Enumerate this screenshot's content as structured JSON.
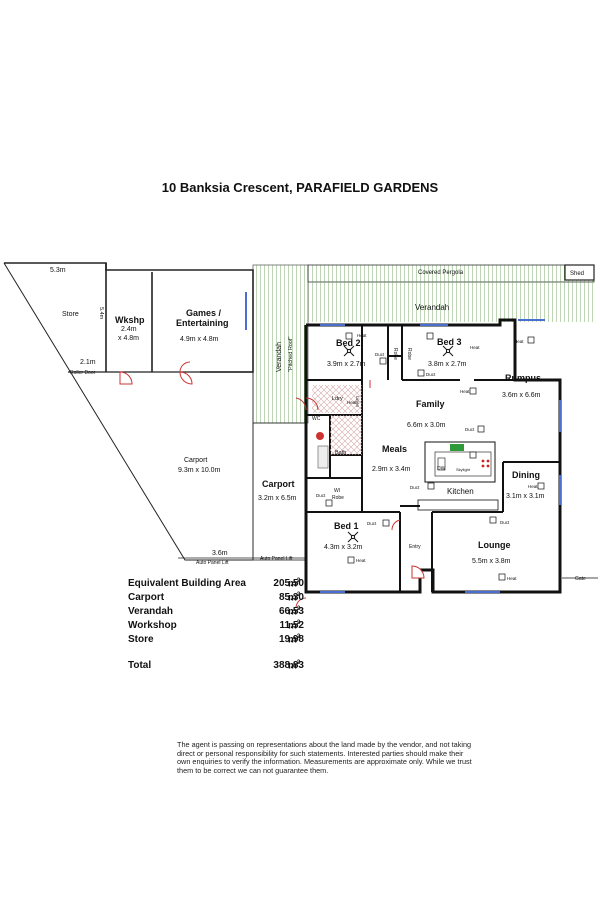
{
  "title": "10 Banksia Crescent, PARAFIELD GARDENS",
  "rooms": {
    "store": {
      "name": "Store",
      "dim_top": "5.3m",
      "dim_side": "5.4m",
      "dim_bottom": "2.1m"
    },
    "wkshp": {
      "name": "Wkshp",
      "size_a": "2.4m",
      "size_b": "x 4.8m"
    },
    "games": {
      "name_a": "Games /",
      "name_b": "Entertaining",
      "size": "4.9m x 4.8m"
    },
    "carport_big": {
      "name": "Carport",
      "size": "9.3m x 10.0m",
      "dim_bottom": "3.6m"
    },
    "carport_small": {
      "name": "Carport",
      "size": "3.2m x 6.5m"
    },
    "verandah_side": {
      "name": "Verandah",
      "note": "\"Pitched Roof\""
    },
    "verandah": {
      "name": "Verandah"
    },
    "pergola": {
      "name": "Covered Pergola"
    },
    "shed": {
      "name": "Shed"
    },
    "bed2": {
      "name": "Bed 2",
      "size": "3.9m x 2.7m"
    },
    "bed3": {
      "name": "Bed 3",
      "size": "3.8m x 2.7m"
    },
    "bed1": {
      "name": "Bed 1",
      "size": "4.3m x 3.2m"
    },
    "rumpus": {
      "name": "Rumpus",
      "size": "3.6m x 6.6m"
    },
    "family": {
      "name": "Family",
      "size": "6.6m x 3.0m"
    },
    "meals": {
      "name": "Meals",
      "size": "2.9m x 3.4m"
    },
    "kitchen": {
      "name": "Kitchen"
    },
    "dining": {
      "name": "Dining",
      "size": "3.1m x 3.1m"
    },
    "lounge": {
      "name": "Lounge",
      "size": "5.5m x 3.8m"
    },
    "bath": {
      "name": "Bath"
    },
    "wc": {
      "name": "WC"
    },
    "ldry": {
      "name": "Ldry"
    },
    "entry": {
      "name": "Entry"
    },
    "wi_robe_a": "WI",
    "wi_robe_b": "Robe",
    "robe": "Robe",
    "linen": "Linen"
  },
  "labels": {
    "roller_door": "Roller Door",
    "auto_panel_lift": "Auto Panel Lift",
    "heat": "Heat",
    "duct": "Duct",
    "dw": "DW",
    "skylight": "Skylight",
    "gate": "Gate"
  },
  "areas": [
    {
      "label": "Equivalent Building Area",
      "value": "205.50",
      "unit": "m"
    },
    {
      "label": "Carport",
      "value": "85.30",
      "unit": "m"
    },
    {
      "label": "Verandah",
      "value": "66.53",
      "unit": "m"
    },
    {
      "label": "Workshop",
      "value": "11.52",
      "unit": "m"
    },
    {
      "label": "Store",
      "value": "19.98",
      "unit": "m"
    },
    {
      "label": "Total",
      "value": "388.83",
      "unit": "m"
    }
  ],
  "disclaimer": "The agent is passing on representations about the land made by the vendor, and not taking direct or personal responsibility for such statements. Interested parties should make their own enquiries to verify the information. Measurements are approximate only. While we trust them to be correct we can not guarantee them."
}
